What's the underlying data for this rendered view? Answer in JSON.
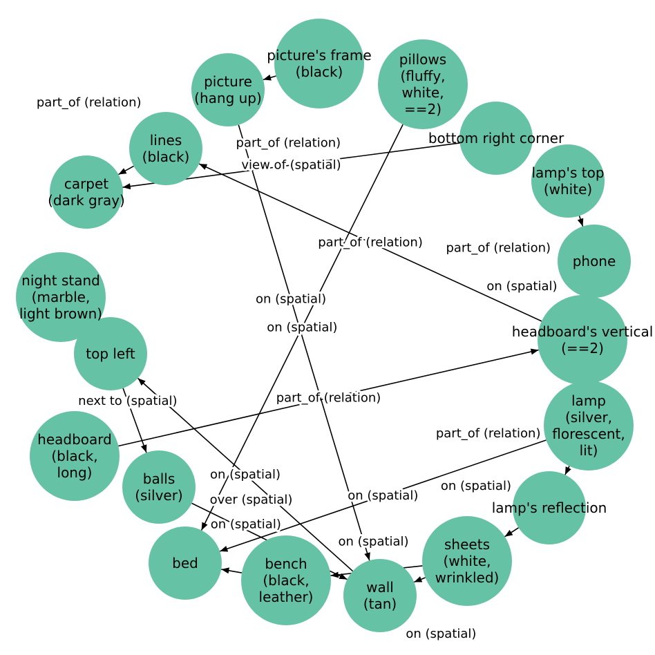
{
  "nodes": [
    {
      "id": "pictures_frame",
      "lines": [
        "picture's frame",
        "(black)"
      ]
    },
    {
      "id": "pillows",
      "lines": [
        "pillows",
        "(fluffy,",
        "white,",
        "==2)"
      ]
    },
    {
      "id": "picture",
      "lines": [
        "picture",
        "(hang up)"
      ]
    },
    {
      "id": "bottom_right_corner",
      "lines": [
        "bottom right corner"
      ]
    },
    {
      "id": "lines",
      "lines": [
        "lines",
        "(black)"
      ]
    },
    {
      "id": "lamps_top",
      "lines": [
        "lamp's top",
        "(white)"
      ]
    },
    {
      "id": "carpet",
      "lines": [
        "carpet",
        "(dark gray)"
      ]
    },
    {
      "id": "phone",
      "lines": [
        "phone"
      ]
    },
    {
      "id": "night_stand",
      "lines": [
        "night stand",
        "(marble,",
        "light brown)"
      ]
    },
    {
      "id": "headboards_vertical",
      "lines": [
        "headboard's vertical",
        "(==2)"
      ]
    },
    {
      "id": "top_left",
      "lines": [
        "top left"
      ]
    },
    {
      "id": "lamp",
      "lines": [
        "lamp",
        "(silver,",
        "florescent,",
        "lit)"
      ]
    },
    {
      "id": "headboard",
      "lines": [
        "headboard",
        "(black,",
        "long)"
      ]
    },
    {
      "id": "balls",
      "lines": [
        "balls",
        "(silver)"
      ]
    },
    {
      "id": "lamps_reflection",
      "lines": [
        "lamp's reflection"
      ]
    },
    {
      "id": "bed",
      "lines": [
        "bed"
      ]
    },
    {
      "id": "sheets",
      "lines": [
        "sheets",
        "(white,",
        "wrinkled)"
      ]
    },
    {
      "id": "bench",
      "lines": [
        "bench",
        "(black,",
        "leather)"
      ]
    },
    {
      "id": "wall",
      "lines": [
        "wall",
        "(tan)"
      ]
    }
  ],
  "edges": [
    {
      "source": "bottom_right_corner",
      "target": "carpet",
      "label": "view of (spatial)"
    },
    {
      "source": "headboards_vertical",
      "target": "lines",
      "label": "part_of (relation)"
    },
    {
      "source": "pillows",
      "target": "bed",
      "label": "on (spatial)"
    },
    {
      "source": "picture",
      "target": "wall",
      "label": "on (spatial)"
    },
    {
      "source": "headboard",
      "target": "headboards_vertical",
      "label": "part_of (relation)"
    },
    {
      "source": "wall",
      "target": "top_left",
      "label": "on (spatial)"
    },
    {
      "source": "lamp",
      "target": "bed",
      "label": "on (spatial)"
    },
    {
      "source": "top_left",
      "target": "balls",
      "label": "next to (spatial)"
    },
    {
      "source": "balls",
      "target": "wall",
      "label": "over (spatial)"
    },
    {
      "source": "bench",
      "target": "bed",
      "label": "on (spatial)"
    },
    {
      "source": "sheets",
      "target": "wall",
      "label": "on (spatial)"
    },
    {
      "source": "sheets",
      "target": "bench",
      "label": "on (spatial)"
    },
    {
      "source": "lines",
      "target": "carpet",
      "label": "part_of (relation)"
    },
    {
      "source": "pictures_frame",
      "target": "picture",
      "label": "part_of (relation)"
    },
    {
      "source": "lamps_top",
      "target": "phone",
      "label": "part_of (relation)"
    },
    {
      "source": "phone",
      "target": "headboards_vertical",
      "label": "on (spatial)"
    },
    {
      "source": "lamp",
      "target": "lamps_reflection",
      "label": "part_of (relation)"
    },
    {
      "source": "lamps_reflection",
      "target": "sheets",
      "label": "on (spatial)"
    }
  ]
}
